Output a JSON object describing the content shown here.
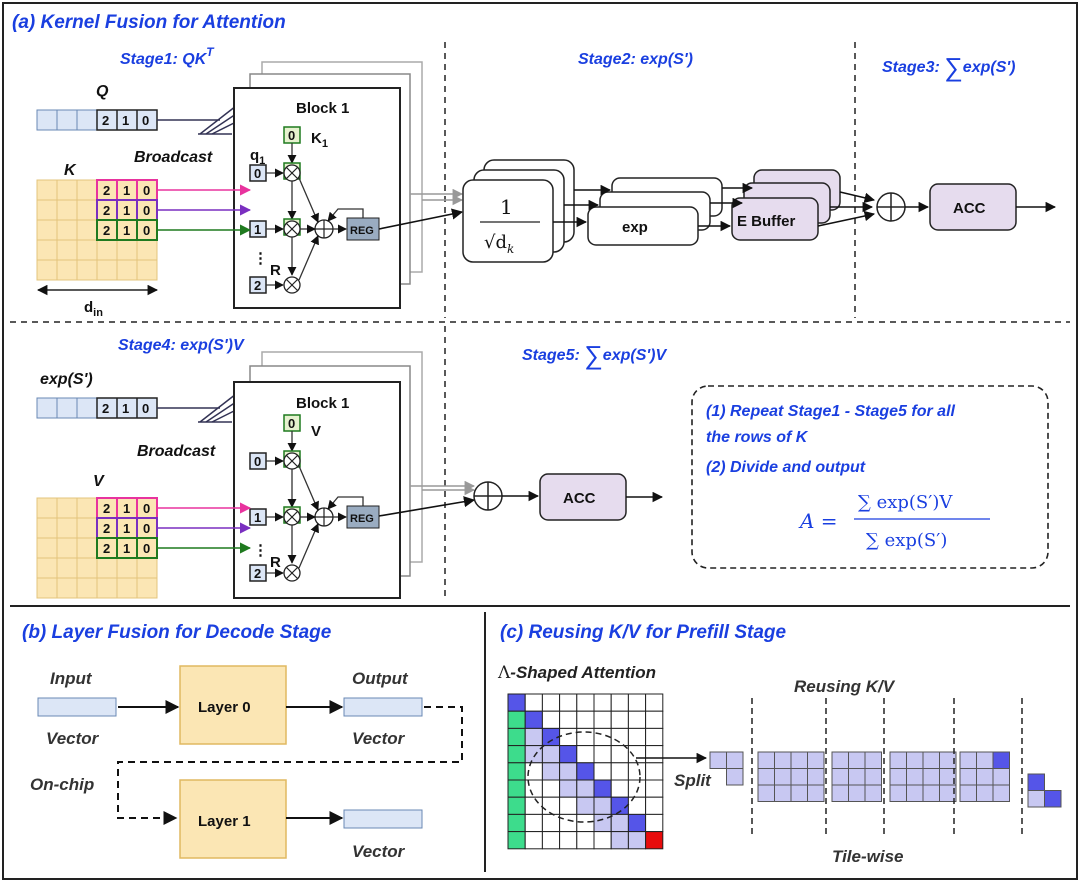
{
  "panel_a": {
    "title": "(a) Kernel Fusion for Attention",
    "stage1": "Stage1: QK",
    "stage1_sup": "T",
    "stage2": "Stage2: exp(S')",
    "stage3": "Stage3: ",
    "stage3_expr": "exp(S')",
    "stage4": "Stage4: exp(S')V",
    "stage5": "Stage5: ",
    "stage5_expr": "exp(S')V",
    "q_label": "Q",
    "k_label": "K",
    "v_label": "V",
    "exp_label": "exp(S')",
    "broadcast": "Broadcast",
    "block_title": "Block 1",
    "q1": "q",
    "q1_sub": "1",
    "k1": "K",
    "k1_sub": "1",
    "v_in_block": "V",
    "r_label": "R",
    "dots": "⋮",
    "reg": "REG",
    "din": "d",
    "din_sub": "in",
    "scale_num": "1",
    "scale_den": "√d",
    "scale_den_sub": "k",
    "exp_box": "exp",
    "ebuffer": "E Buffer",
    "acc": "ACC",
    "cells": [
      "2",
      "1",
      "0"
    ],
    "weight_cells": [
      "0",
      "1",
      "2"
    ],
    "input_cells": [
      "0",
      "1",
      "2"
    ],
    "note_line1": "(1) Repeat Stage1 - Stage5 for all",
    "note_line2": "the rows of K",
    "note_line3": "(2) Divide and output",
    "formula_lhs": "A =",
    "formula_num": "∑ exp(S′)V",
    "formula_den": "∑ exp(S′)",
    "colors": {
      "blue_cell": "#dce6f6",
      "yellow_cell": "#fbe6b4",
      "green_cell": "#e6f2cf",
      "pink": "#e8339e",
      "purple": "#7a2fc0",
      "green": "#1f7a1f",
      "acc_fill": "#e6dcee",
      "reg_fill": "#9aacc1"
    }
  },
  "panel_b": {
    "title": "(b) Layer Fusion for Decode Stage",
    "input": "Input",
    "vector": "Vector",
    "output": "Output",
    "layer0": "Layer 0",
    "layer1": "Layer 1",
    "onchip": "On-chip"
  },
  "panel_c": {
    "title": "(c) Reusing K/V for Prefill Stage",
    "shaped": "Λ-Shaped Attention",
    "reusing": "Reusing K/V",
    "split": "Split",
    "tilewise": "Tile-wise"
  }
}
